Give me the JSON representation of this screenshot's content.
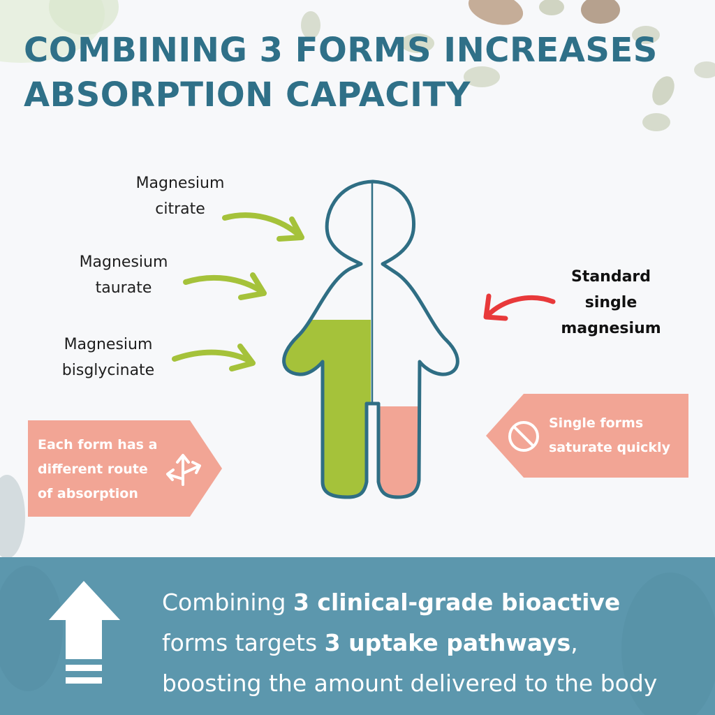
{
  "title": {
    "line1": "COMBINING 3 FORMS INCREASES",
    "line2": "ABSORPTION CAPACITY"
  },
  "forms": [
    {
      "line1": "Magnesium",
      "line2": "citrate"
    },
    {
      "line1": "Magnesium",
      "line2": "taurate"
    },
    {
      "line1": "Magnesium",
      "line2": "bisglycinate"
    }
  ],
  "standard": {
    "line1": "Standard",
    "line2": "single",
    "line3": "magnesium"
  },
  "left_tag": {
    "line1": "Each form has a",
    "line2": "different route",
    "line3": "of absorption",
    "icon": "crossroads-arrows-icon"
  },
  "right_tag": {
    "line1": "Single forms",
    "line2": "saturate quickly",
    "icon": "prohibited-icon"
  },
  "banner": {
    "t1": "Combining ",
    "b1": "3 clinical-grade bioactive",
    "t2": "forms targets ",
    "b2": "3 uptake pathways",
    "t3": ",",
    "t4": "boosting the amount delivered to the body",
    "icon": "up-arrow-icon"
  },
  "colors": {
    "title": "#2f7088",
    "figure_outline": "#2f6e84",
    "green_fill": "#a5c23a",
    "green_arrow": "#a5c23a",
    "pink_fill": "#f2a595",
    "red_arrow": "#e8393a",
    "banner": "#5c97ad"
  },
  "fill_levels": {
    "combined_forms_left_side": 0.55,
    "single_form_right_side": 0.3
  }
}
